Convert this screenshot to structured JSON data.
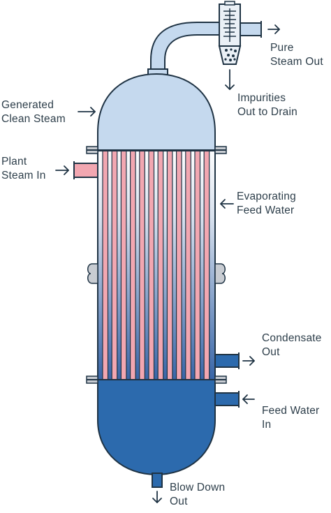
{
  "labels": {
    "pure_steam_out": [
      "Pure",
      "Steam Out"
    ],
    "impurities_out": [
      "Impurities",
      "Out to Drain"
    ],
    "generated_clean_steam": [
      "Generated",
      "Clean Steam"
    ],
    "plant_steam_in": [
      "Plant",
      "Steam In"
    ],
    "evaporating_feed_water": [
      "Evaporating",
      "Feed Water"
    ],
    "condensate_out": [
      "Condensate",
      "Out"
    ],
    "feed_water_in": [
      "Feed Water",
      "In"
    ],
    "blow_down_out": [
      "Blow Down",
      "Out"
    ]
  },
  "colors": {
    "outline": "#1f3344",
    "steam_dome": "#c5d9ee",
    "tube_fill": "#f2a7b1",
    "bottom_liquid": "#2c6aad",
    "shell_top": "#ffffff",
    "shell_bottom": "#3563a6",
    "flange": "#c8ccd2",
    "separator": "#eaf0f6"
  }
}
